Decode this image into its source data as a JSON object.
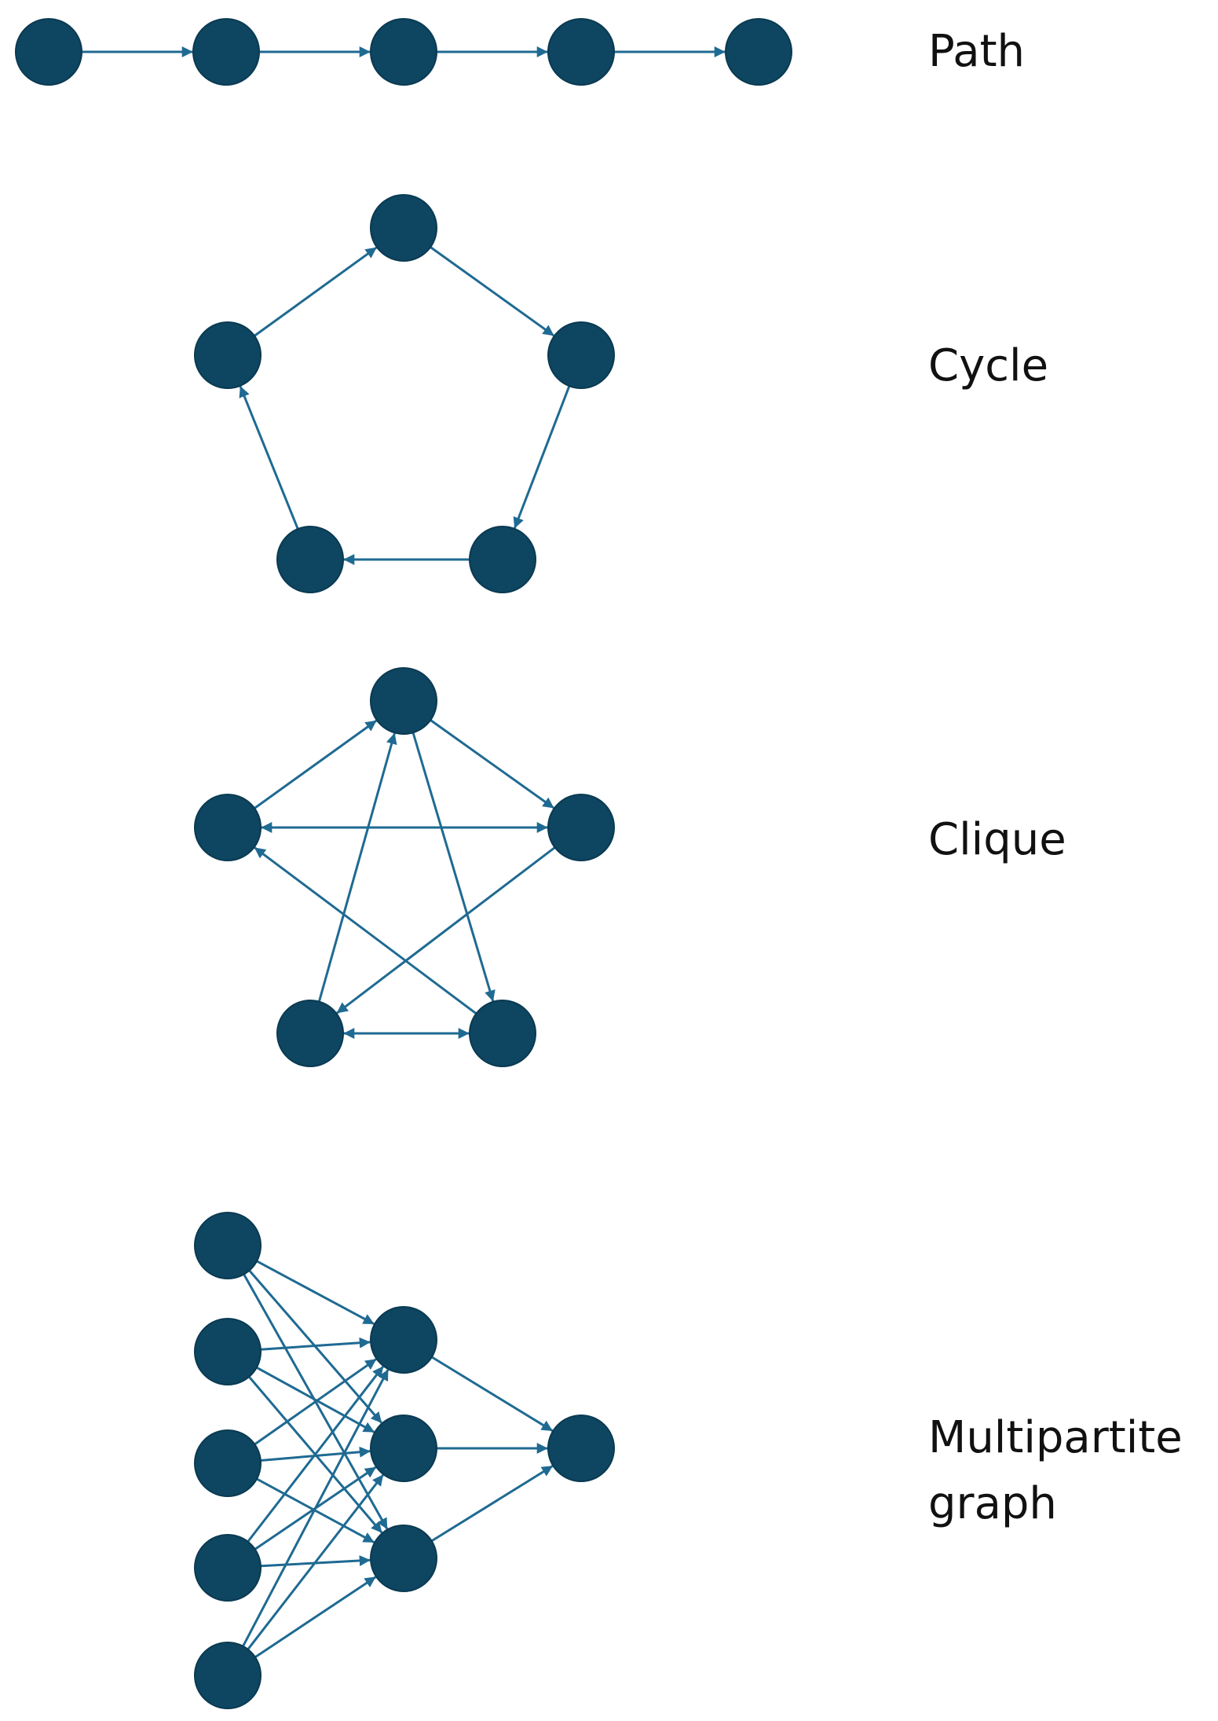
{
  "colors": {
    "node_fill": "#0e4560",
    "node_stroke": "#0a3a52",
    "edge": "#1f6a92",
    "label_text": "#111111"
  },
  "diagrams": [
    {
      "id": "path",
      "label_lines": [
        "Path"
      ],
      "nodes": 5,
      "edges": [
        [
          0,
          1
        ],
        [
          1,
          2
        ],
        [
          2,
          3
        ],
        [
          3,
          4
        ]
      ]
    },
    {
      "id": "cycle",
      "label_lines": [
        "Cycle"
      ],
      "nodes": 5,
      "edges": [
        [
          0,
          1
        ],
        [
          1,
          2
        ],
        [
          2,
          3
        ],
        [
          3,
          4
        ],
        [
          4,
          0
        ]
      ]
    },
    {
      "id": "clique",
      "label_lines": [
        "Clique"
      ],
      "nodes": 5,
      "edges": [
        [
          0,
          1
        ],
        [
          0,
          3
        ],
        [
          1,
          2
        ],
        [
          1,
          4
        ],
        [
          2,
          0
        ],
        [
          2,
          3
        ],
        [
          3,
          2
        ],
        [
          3,
          4
        ],
        [
          4,
          0
        ],
        [
          4,
          1
        ]
      ]
    },
    {
      "id": "multipartite",
      "label_lines": [
        "Multipartite",
        "graph"
      ],
      "nodes": 9,
      "edges": [
        [
          0,
          5
        ],
        [
          0,
          6
        ],
        [
          0,
          7
        ],
        [
          1,
          5
        ],
        [
          1,
          6
        ],
        [
          1,
          7
        ],
        [
          2,
          5
        ],
        [
          2,
          6
        ],
        [
          2,
          7
        ],
        [
          3,
          5
        ],
        [
          3,
          6
        ],
        [
          3,
          7
        ],
        [
          4,
          5
        ],
        [
          4,
          6
        ],
        [
          4,
          7
        ],
        [
          5,
          8
        ],
        [
          6,
          8
        ],
        [
          7,
          8
        ]
      ]
    }
  ]
}
